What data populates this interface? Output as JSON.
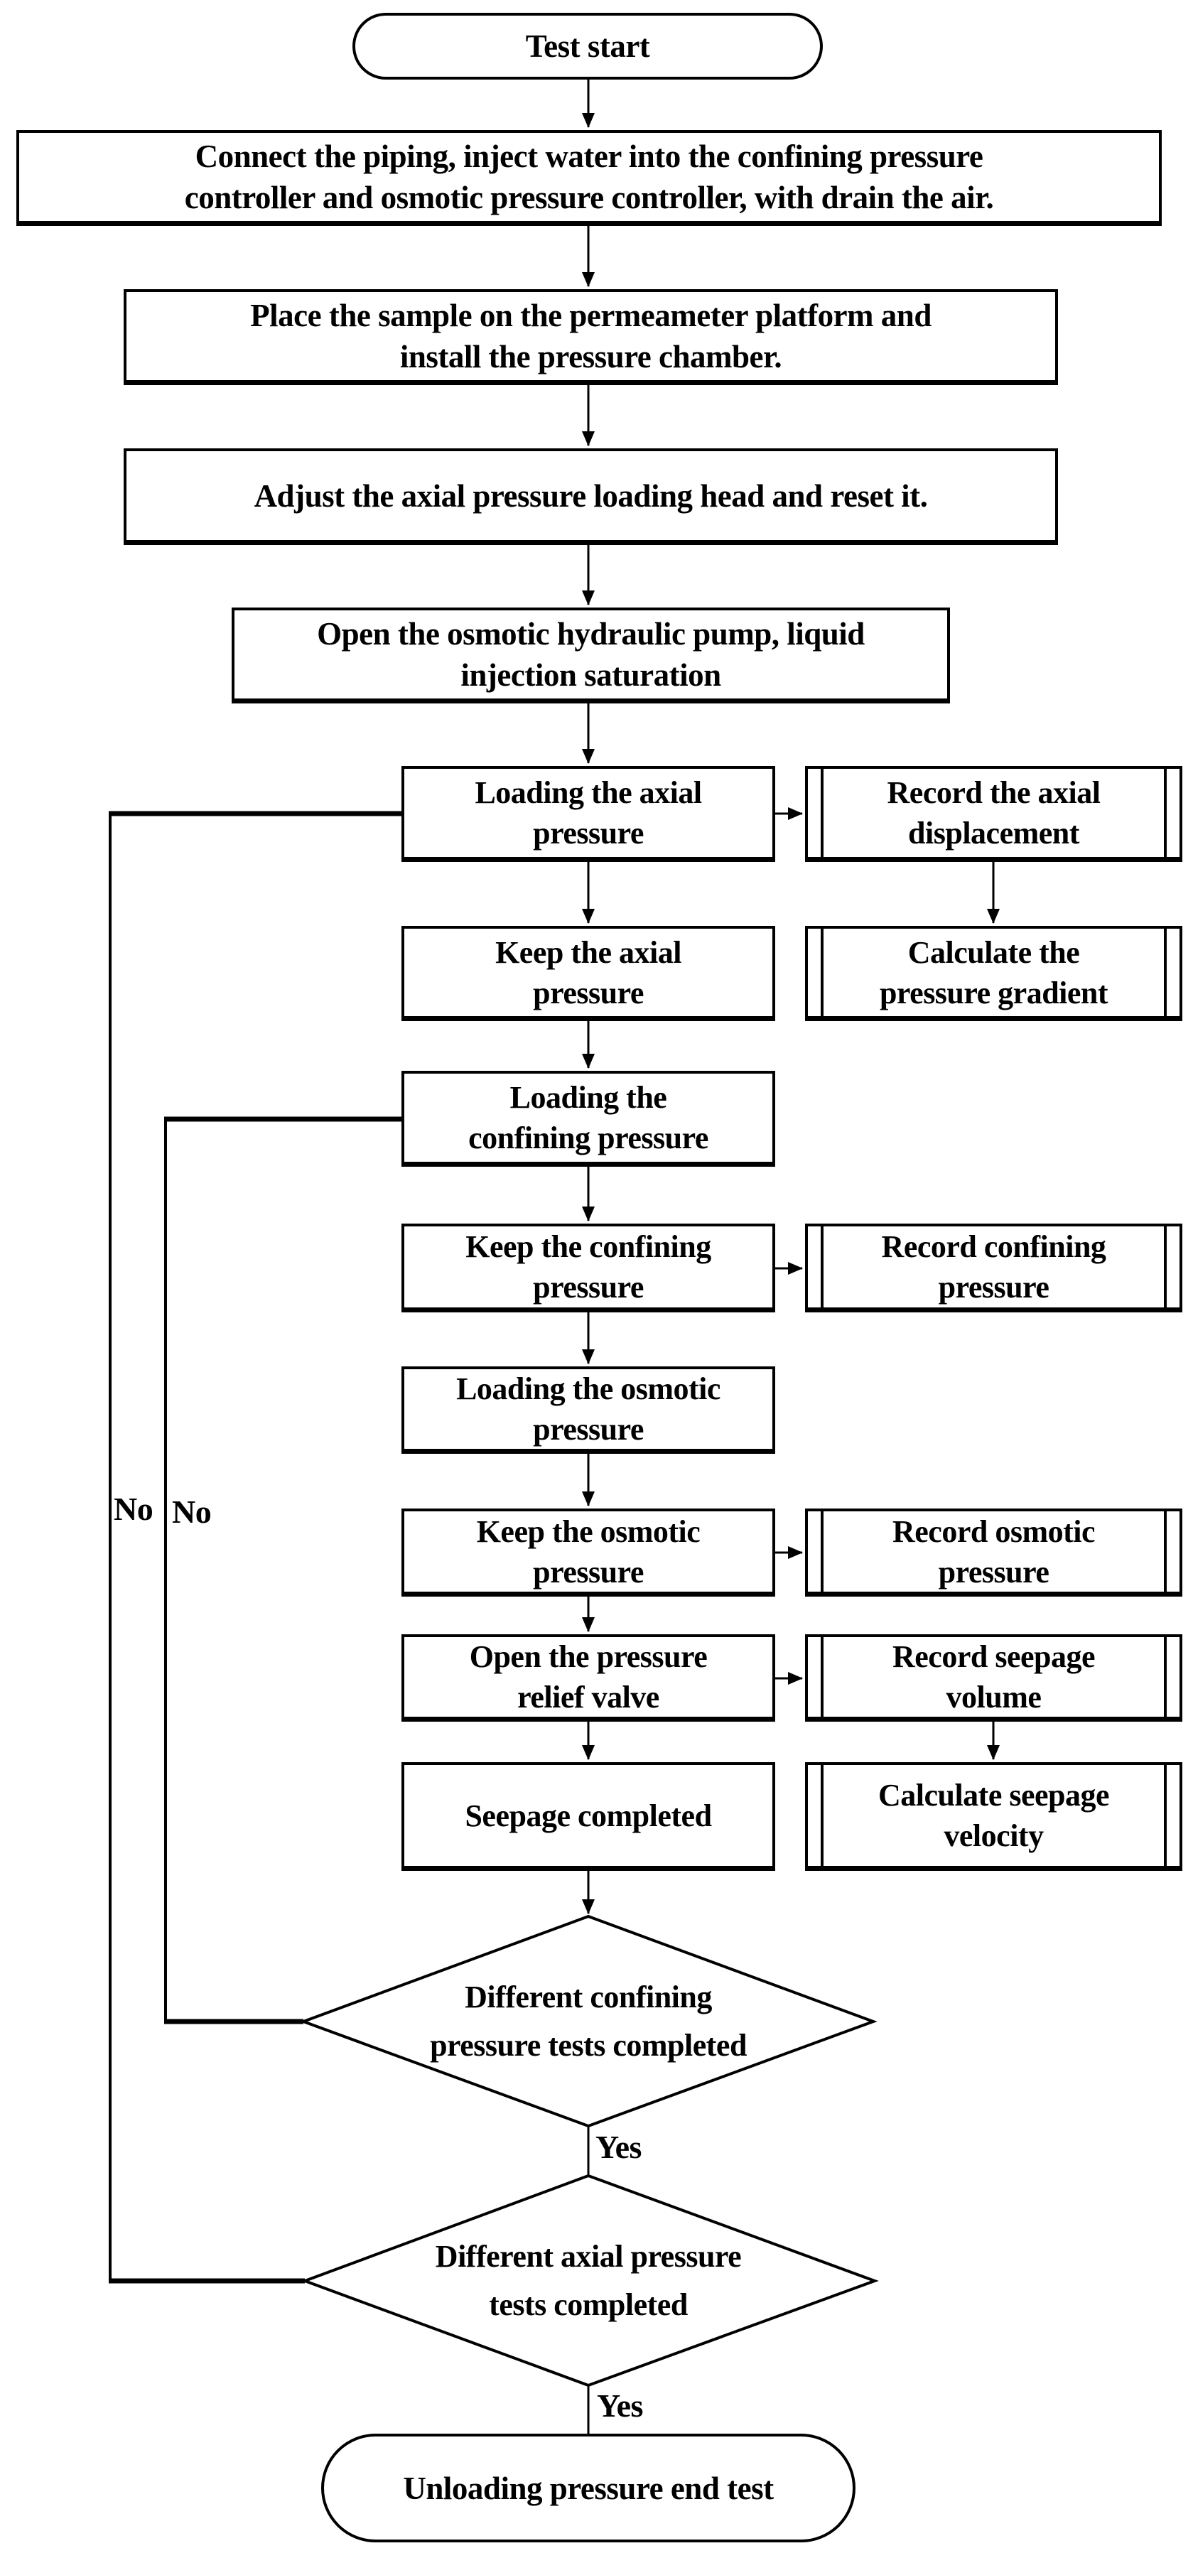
{
  "nodes": {
    "start": {
      "lines": [
        "Test start"
      ]
    },
    "connect_piping": {
      "lines": [
        "Connect the piping, inject water into the confining pressure",
        "controller and osmotic pressure controller, with drain the air."
      ]
    },
    "place_sample": {
      "lines": [
        "Place the sample on the permeameter platform and",
        "install the pressure chamber."
      ]
    },
    "adjust_axial": {
      "lines": [
        "Adjust the axial pressure loading head and reset it."
      ]
    },
    "open_pump": {
      "lines": [
        "Open the osmotic hydraulic pump, liquid",
        "injection saturation"
      ]
    },
    "loading_axial": {
      "lines": [
        "Loading the axial",
        "pressure"
      ]
    },
    "record_axial_disp": {
      "lines": [
        "Record the axial",
        "displacement"
      ]
    },
    "keep_axial": {
      "lines": [
        "Keep the axial",
        "pressure"
      ]
    },
    "calc_gradient": {
      "lines": [
        "Calculate the",
        "pressure gradient"
      ]
    },
    "loading_confining": {
      "lines": [
        "Loading the",
        "confining pressure"
      ]
    },
    "keep_confining": {
      "lines": [
        "Keep the confining",
        "pressure"
      ]
    },
    "record_confining": {
      "lines": [
        "Record confining",
        "pressure"
      ]
    },
    "loading_osmotic": {
      "lines": [
        "Loading the osmotic",
        "pressure"
      ]
    },
    "keep_osmotic": {
      "lines": [
        "Keep the osmotic",
        "pressure"
      ]
    },
    "record_osmotic": {
      "lines": [
        "Record osmotic",
        "pressure"
      ]
    },
    "open_relief": {
      "lines": [
        "Open the pressure",
        "relief valve"
      ]
    },
    "record_seepage": {
      "lines": [
        "Record seepage",
        "volume"
      ]
    },
    "seepage_completed": {
      "lines": [
        "Seepage completed"
      ]
    },
    "calc_velocity": {
      "lines": [
        "Calculate seepage",
        "velocity"
      ]
    },
    "decision_confining": {
      "lines": [
        "Different confining",
        "pressure tests completed"
      ]
    },
    "decision_axial": {
      "lines": [
        "Different axial pressure",
        "tests completed"
      ]
    },
    "end": {
      "lines": [
        "Unloading pressure end test"
      ]
    }
  },
  "edge_labels": {
    "yes_confining": "Yes",
    "yes_axial": "Yes",
    "no_outer": "No",
    "no_inner": "No"
  },
  "colors": {
    "line": "#000000",
    "fill": "#ffffff",
    "text": "#000000"
  }
}
